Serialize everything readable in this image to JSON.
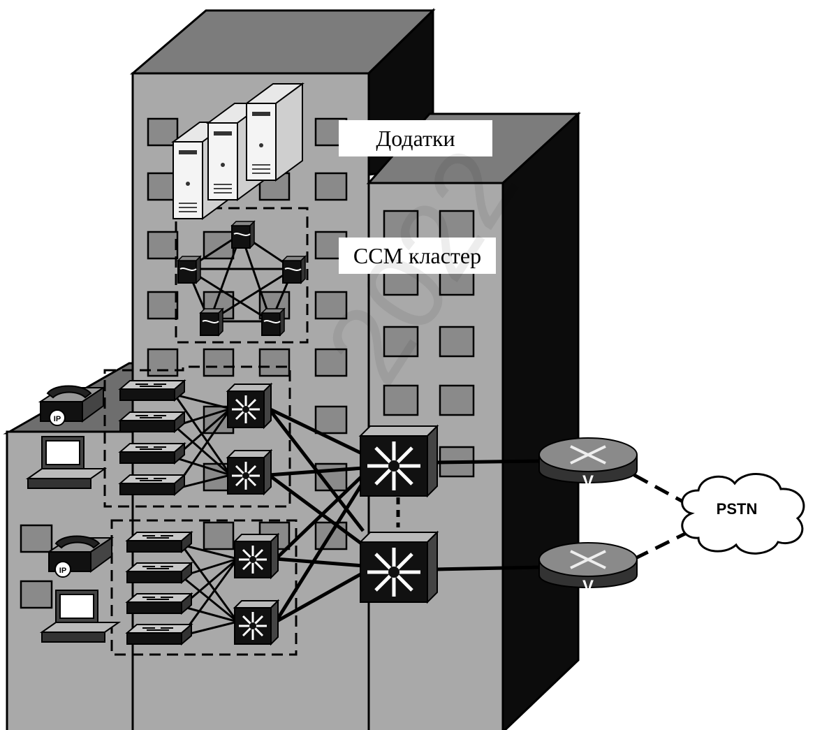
{
  "labels": {
    "applications": "Додатки",
    "ccm_cluster": "CCM кластер",
    "pstn": "PSTN",
    "ip_badge": "IP",
    "voice_router_badge": "V"
  },
  "watermark": "2022",
  "colors": {
    "building_face": "#a9a9a9",
    "building_top": "#7c7c7c",
    "building_side": "#0c0c0c",
    "window": "#8a8a8a",
    "device_dark": "#111111",
    "router": "#7a7a7a"
  },
  "icons": {
    "servers": "server-tower-icon",
    "ccm": "call-manager-server-icon",
    "access_switch": "workgroup-switch-icon",
    "distribution_switch": "multilayer-switch-icon",
    "core_switch": "core-multilayer-switch-icon",
    "router": "voice-router-icon",
    "cloud": "cloud-icon",
    "phone": "ip-phone-icon",
    "pc": "pc-workstation-icon"
  }
}
